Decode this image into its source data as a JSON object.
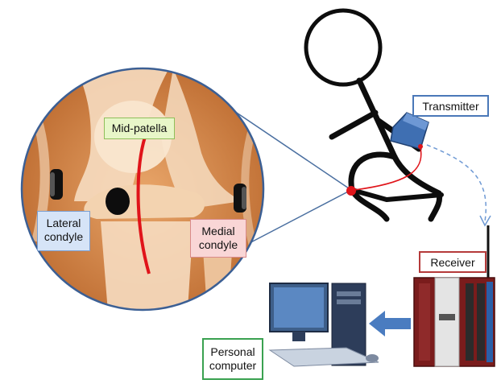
{
  "labels": {
    "mid_patella": "Mid-patella",
    "lateral_condyle": "Lateral\ncondyle",
    "medial_condyle": "Medial\ncondyle",
    "transmitter": "Transmitter",
    "receiver": "Receiver",
    "personal_computer": "Personal\ncomputer"
  },
  "colors": {
    "skin": "#c8783a",
    "bone": "#f2d7b8",
    "electrode_line": "#e0141a",
    "transmitter_body": "#3f6fb2",
    "receiver_body": "#8a1f1f",
    "arrow": "#4a7cc0",
    "mid_box": "#e8f6c8",
    "lateral_box": "#d6e4f7",
    "medial_box": "#f9d6d6"
  }
}
